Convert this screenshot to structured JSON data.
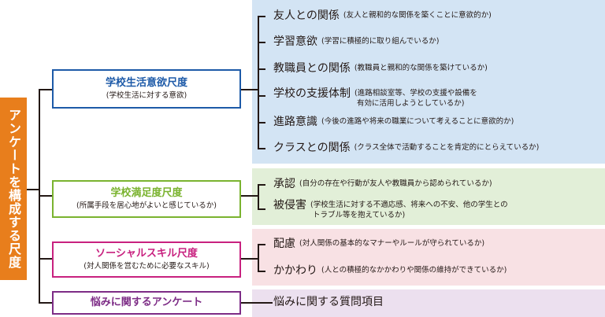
{
  "root": {
    "label": "アンケートを構成する尺度"
  },
  "categories": [
    {
      "title": "学校生活意欲尺度",
      "subtitle": "(学校生活に対する意欲)",
      "color": "#1d5aa8",
      "panel_color": "#d3e4f4",
      "items": [
        {
          "main": "友人との関係",
          "desc": "(友人と親和的な関係を築くことに意欲的か)"
        },
        {
          "main": "学習意欲",
          "desc": "(学習に積極的に取り組んでいるか)"
        },
        {
          "main": "教職員との関係",
          "desc": "(教職員と親和的な関係を築けているか)"
        },
        {
          "main": "学校の支援体制",
          "desc": "(進路相談室等、学校の支援や設備を\n 有効に活用しようとしているか)"
        },
        {
          "main": "進路意識",
          "desc": "(今後の進路や将来の職業について考えることに意欲的か)"
        },
        {
          "main": "クラスとの関係",
          "desc": "(クラス全体で活動することを肯定的にとらえているか)"
        }
      ]
    },
    {
      "title": "学校満足度尺度",
      "subtitle": "(所属手段を居心地がよいと感じているか)",
      "color": "#7ab32f",
      "panel_color": "#e2efd8",
      "items": [
        {
          "main": "承認",
          "desc": "(自分の存在や行動が友人や教職員から認められているか)"
        },
        {
          "main": "被侵害",
          "desc": "(学校生活に対する不適応感、将来への不安、他の学生との\n トラブル等を抱えているか)"
        }
      ]
    },
    {
      "title": "ソーシャルスキル尺度",
      "subtitle": "(対人関係を営むために必要なスキル)",
      "color": "#c8217f",
      "panel_color": "#f8e1e4",
      "items": [
        {
          "main": "配慮",
          "desc": "(対人関係の基本的なマナーやルールが守られているか)"
        },
        {
          "main": "かかわり",
          "desc": "(人との積極的なかかわりや関係の維持ができているか)"
        }
      ]
    },
    {
      "title": "悩みに関するアンケート",
      "subtitle": "",
      "color": "#7d2c86",
      "panel_color": "#ece0ef",
      "items": [
        {
          "main": "悩みに関する質問項目",
          "desc": ""
        }
      ]
    }
  ]
}
